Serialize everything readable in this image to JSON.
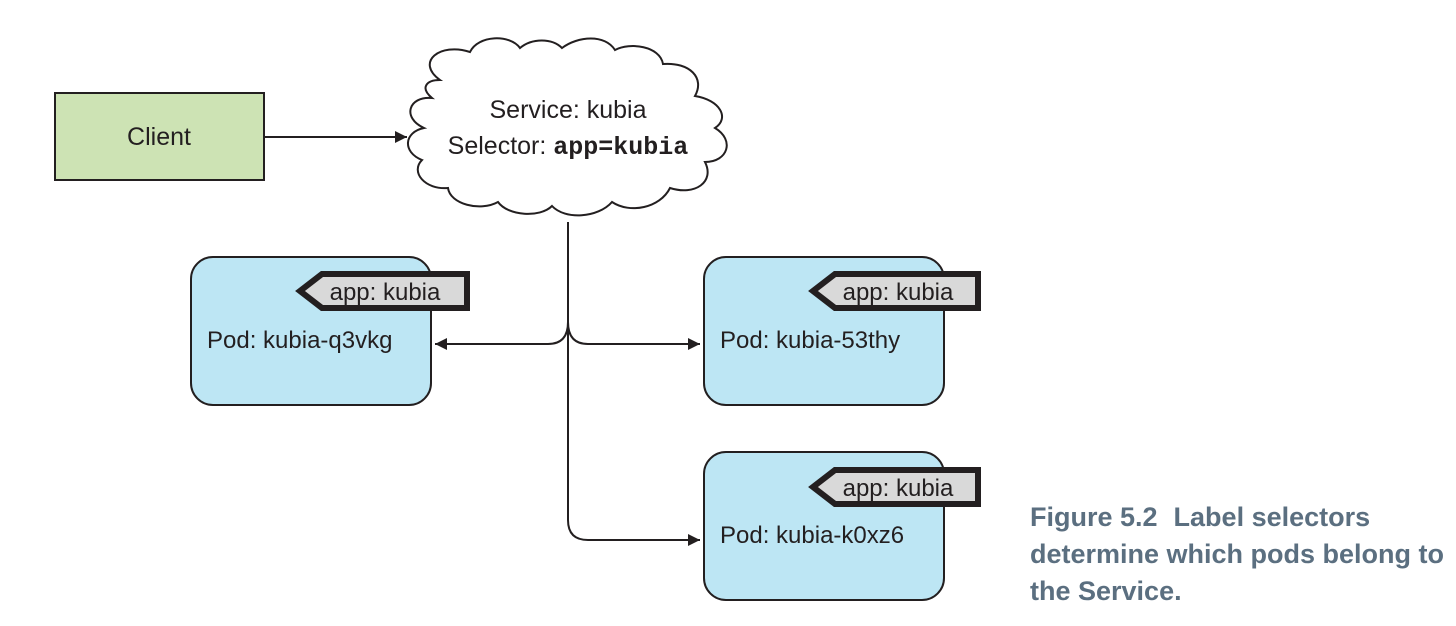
{
  "colors": {
    "client_fill": "#cde3b4",
    "pod_fill": "#bde6f4",
    "label_fill": "#d9d9d9",
    "stroke": "#231f20",
    "caption": "#5b6f80"
  },
  "client": {
    "label": "Client"
  },
  "service": {
    "title": "Service: kubia",
    "selector_label": "Selector: ",
    "selector_value": "app=kubia"
  },
  "pods": [
    {
      "name": "Pod: kubia-q3vkg",
      "label": "app: kubia"
    },
    {
      "name": "Pod: kubia-53thy",
      "label": "app: kubia"
    },
    {
      "name": "Pod: kubia-k0xz6",
      "label": "app: kubia"
    }
  ],
  "caption": {
    "number": "Figure 5.2",
    "text": "Label selectors determine which pods belong to the Service."
  }
}
